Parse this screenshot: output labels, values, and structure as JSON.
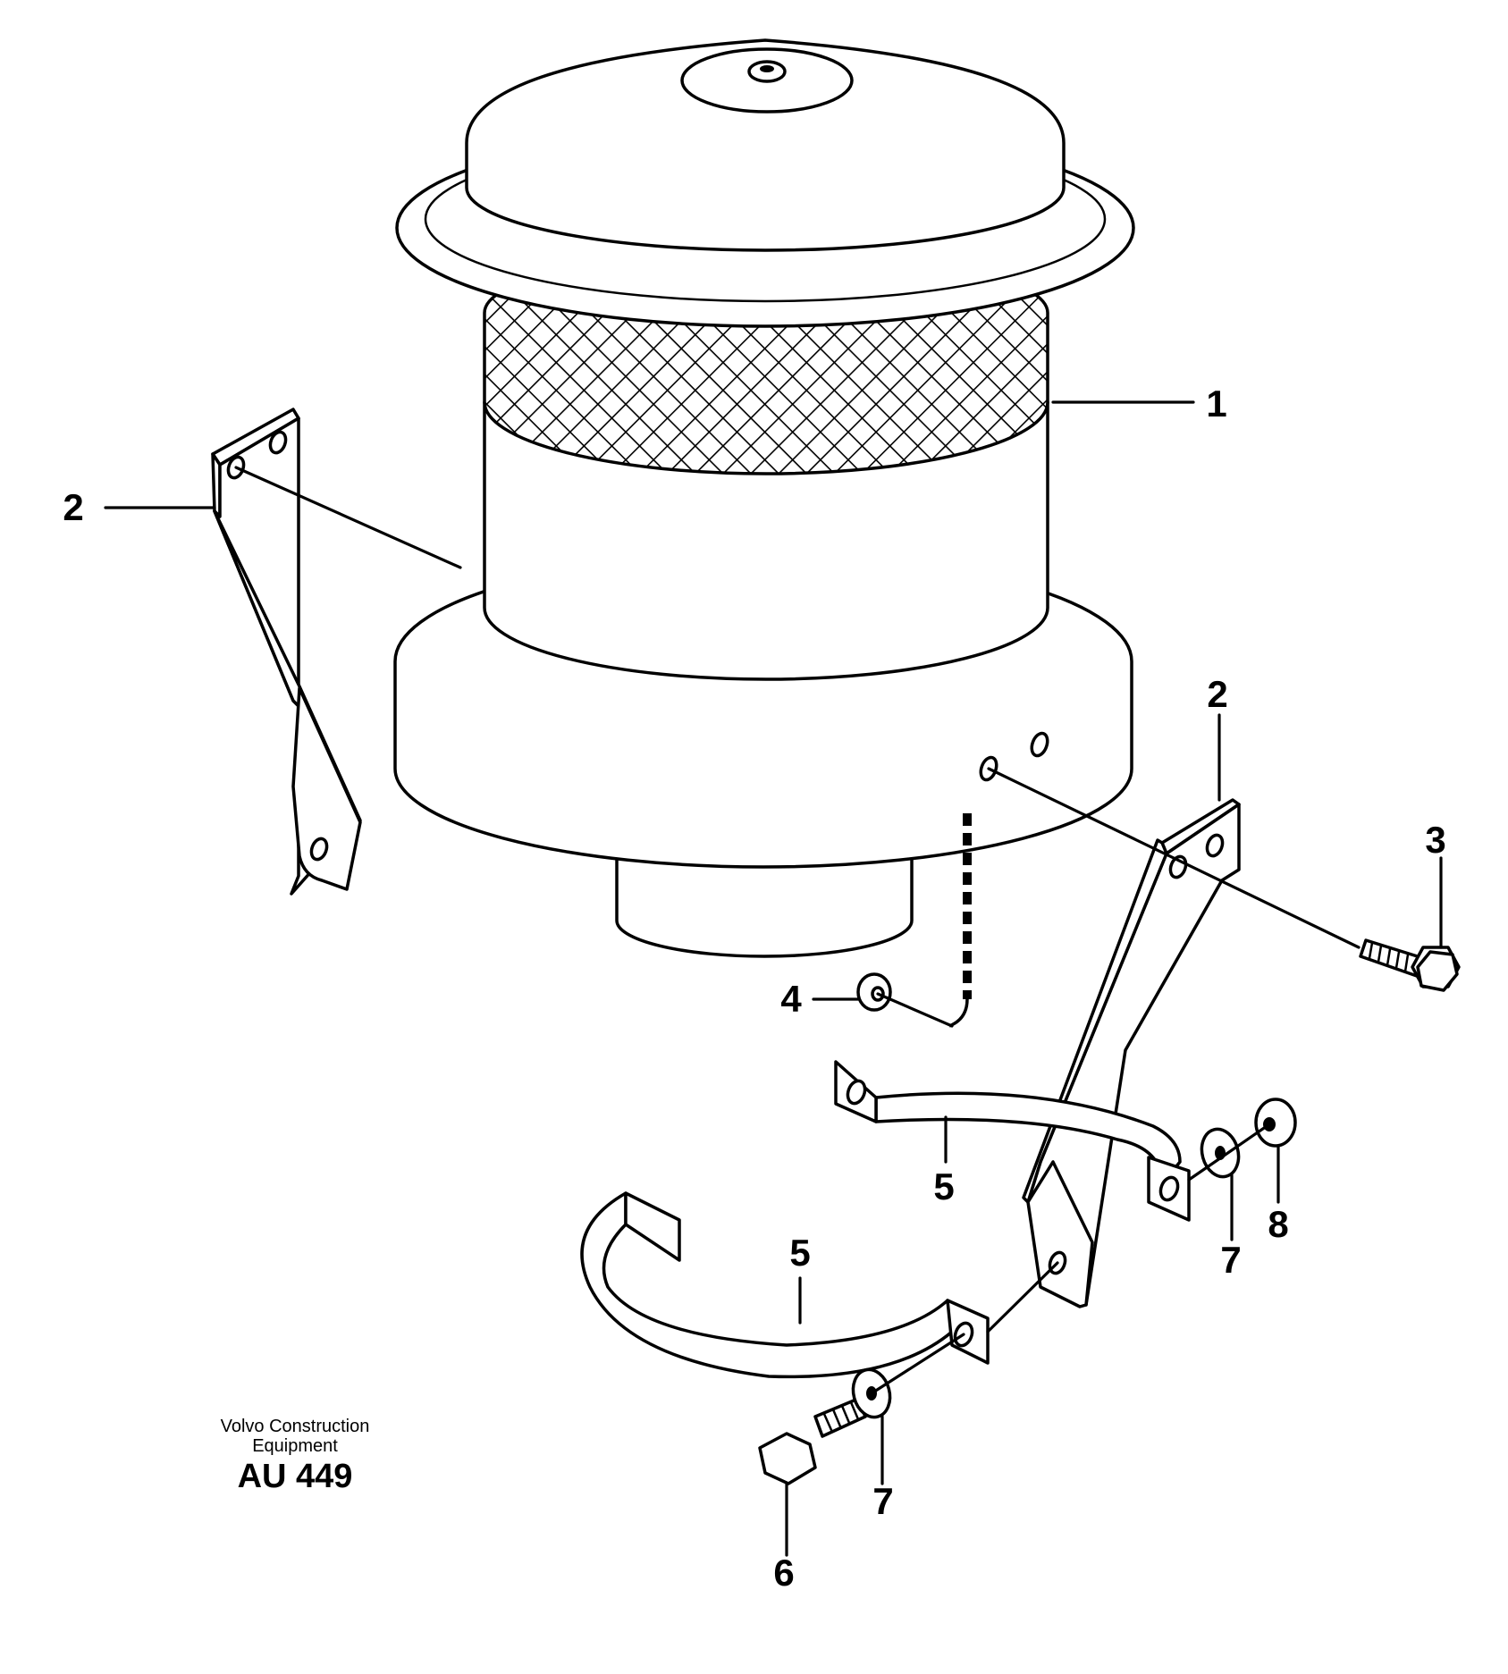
{
  "callouts": {
    "c1": "1",
    "c2a": "2",
    "c2b": "2",
    "c3": "3",
    "c4": "4",
    "c5a": "5",
    "c5b": "5",
    "c6": "6",
    "c7a": "7",
    "c7b": "7",
    "c8": "8"
  },
  "caption": {
    "line1": "Volvo Construction",
    "line2": "Equipment",
    "code": "AU 449"
  }
}
